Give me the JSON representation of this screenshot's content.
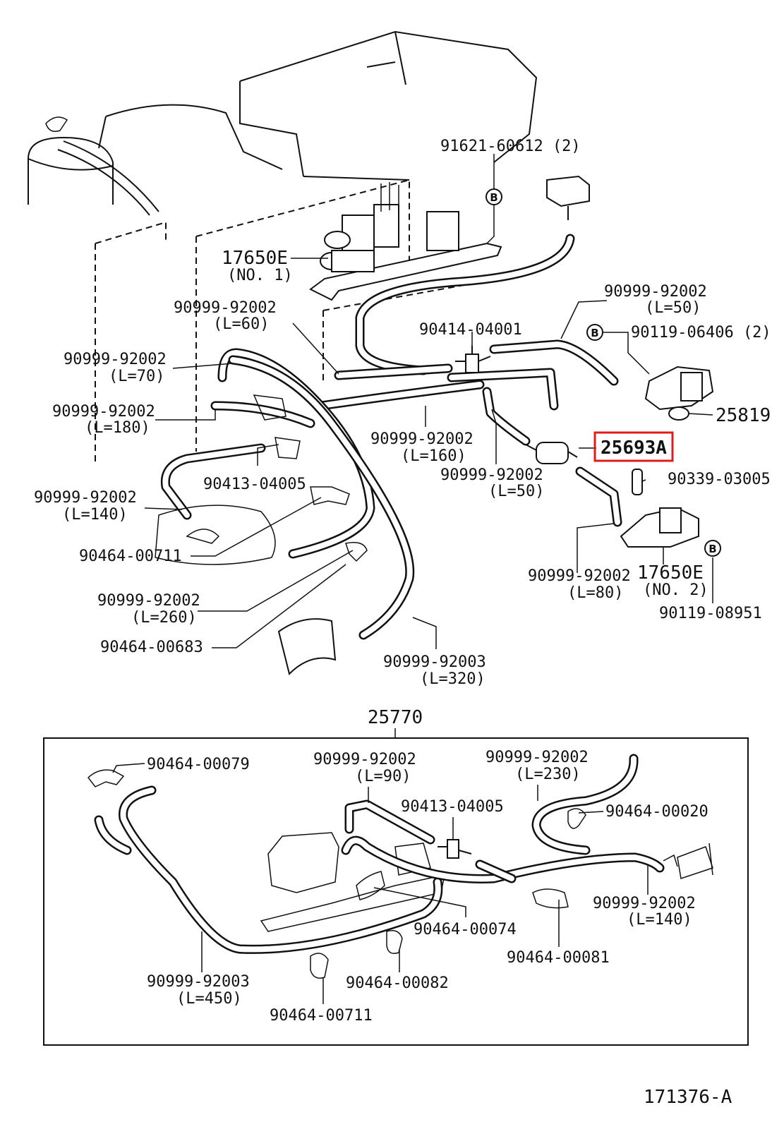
{
  "diagram_id": "171376-A",
  "highlight_color": "#e01b1b",
  "highlighted_part": "25693A",
  "bolt_marker": "B",
  "upper_labels": {
    "p91621": "91621-60612 (2)",
    "p17650e_1": "17650E",
    "p17650e_1_sub": "(NO. 1)",
    "h_l60": "90999-92002",
    "h_l60_sub": "(L=60)",
    "p90414": "90414-04001",
    "h_l50a": "90999-92002",
    "h_l50a_sub": "(L=50)",
    "p90119_06406": "90119-06406 (2)",
    "h_l70": "90999-92002",
    "h_l70_sub": "(L=70)",
    "h_l180": "90999-92002",
    "h_l180_sub": "(L=180)",
    "p25819": "25819",
    "h_l160": "90999-92002",
    "h_l160_sub": "(L=160)",
    "p25693a": "25693A",
    "p90339": "90339-03005",
    "p90413_a": "90413-04005",
    "h_l50b": "90999-92002",
    "h_l50b_sub": "(L=50)",
    "h_l140a": "90999-92002",
    "h_l140a_sub": "(L=140)",
    "p90464_00711a": "90464-00711",
    "h_l80": "90999-92002",
    "h_l80_sub": "(L=80)",
    "p17650e_2": "17650E",
    "p17650e_2_sub": "(NO. 2)",
    "h_l260": "90999-92002",
    "h_l260_sub": "(L=260)",
    "p90119_08951": "90119-08951",
    "p90464_00683": "90464-00683",
    "h_l320": "90999-92003",
    "h_l320_sub": "(L=320)"
  },
  "assembly_label": "25770",
  "lower_labels": {
    "p90464_00079": "90464-00079",
    "h_l90": "90999-92002",
    "h_l90_sub": "(L=90)",
    "h_l230": "90999-92002",
    "h_l230_sub": "(L=230)",
    "p90413_b": "90413-04005",
    "p90464_00020": "90464-00020",
    "h_l140b": "90999-92002",
    "h_l140b_sub": "(L=140)",
    "p90464_00074": "90464-00074",
    "p90464_00081": "90464-00081",
    "h_l450": "90999-92003",
    "h_l450_sub": "(L=450)",
    "p90464_00082": "90464-00082",
    "p90464_00711b": "90464-00711"
  }
}
